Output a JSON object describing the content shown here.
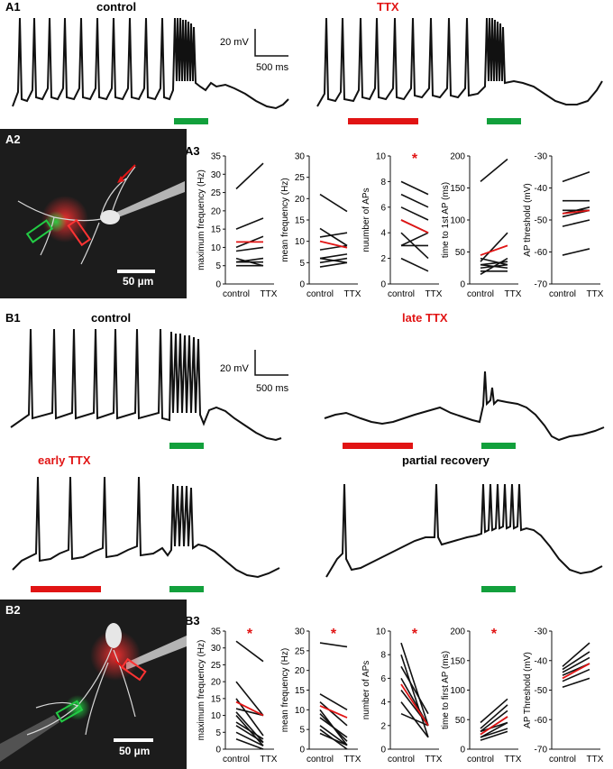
{
  "colors": {
    "trace": "#111111",
    "red": "#e11414",
    "green": "#12a03c",
    "photo_bg": "#1c1c1c"
  },
  "panel_labels": {
    "A1": "A1",
    "A2": "A2",
    "A3": "A3",
    "B1": "B1",
    "B2": "B2",
    "B3": "B3"
  },
  "A1": {
    "control_title": "control",
    "ttx_title": "TTX",
    "scale_voltage": "20 mV",
    "scale_time": "500 ms"
  },
  "A2": {
    "scale": "50 µm"
  },
  "B1": {
    "control_title": "control",
    "late_ttx_title": "late TTX",
    "early_ttx_title": "early TTX",
    "partial_recovery_title": "partial recovery",
    "scale_voltage": "20 mV",
    "scale_time": "500 ms"
  },
  "B2": {
    "scale": "50 µm"
  },
  "chart_data": [
    {
      "panel": "A3",
      "type": "line",
      "ylabel": "maximum frequency (Hz)",
      "categories": [
        "control",
        "TTX"
      ],
      "ylim": [
        0,
        35
      ],
      "yticks": [
        0,
        5,
        10,
        15,
        20,
        25,
        30,
        35
      ],
      "significant": false,
      "pairs": [
        [
          26,
          33
        ],
        [
          15,
          18
        ],
        [
          10,
          13
        ],
        [
          6,
          7
        ],
        [
          7,
          5
        ],
        [
          6,
          6
        ],
        [
          9,
          10
        ],
        [
          5,
          5
        ]
      ],
      "mean": [
        11.5,
        11.5
      ]
    },
    {
      "panel": "A3",
      "type": "line",
      "ylabel": "mean frequency (Hz)",
      "categories": [
        "control",
        "TTX"
      ],
      "ylim": [
        0,
        30
      ],
      "yticks": [
        0,
        5,
        10,
        15,
        20,
        25,
        30
      ],
      "significant": false,
      "pairs": [
        [
          21,
          17
        ],
        [
          13,
          9
        ],
        [
          11,
          12
        ],
        [
          8,
          9
        ],
        [
          6,
          7
        ],
        [
          6,
          5
        ],
        [
          5,
          6
        ],
        [
          4,
          5
        ]
      ],
      "mean": [
        10,
        8.5
      ]
    },
    {
      "panel": "A3",
      "type": "line",
      "ylabel": "nuumber of APs",
      "categories": [
        "control",
        "TTX"
      ],
      "ylim": [
        0,
        10
      ],
      "yticks": [
        0,
        2,
        4,
        6,
        8,
        10
      ],
      "significant": true,
      "pairs": [
        [
          8,
          7
        ],
        [
          7,
          6
        ],
        [
          6,
          5
        ],
        [
          5,
          4
        ],
        [
          3,
          4
        ],
        [
          3,
          3
        ],
        [
          4,
          2
        ],
        [
          2,
          1
        ]
      ],
      "mean": [
        5,
        4
      ]
    },
    {
      "panel": "A3",
      "type": "line",
      "ylabel": "time to 1st AP (ms)",
      "categories": [
        "control",
        "TTX"
      ],
      "ylim": [
        0,
        200
      ],
      "yticks": [
        0,
        50,
        100,
        150,
        200
      ],
      "significant": false,
      "pairs": [
        [
          160,
          195
        ],
        [
          35,
          80
        ],
        [
          30,
          35
        ],
        [
          25,
          30
        ],
        [
          30,
          25
        ],
        [
          20,
          20
        ],
        [
          15,
          40
        ],
        [
          40,
          30
        ]
      ],
      "mean": [
        45,
        60
      ]
    },
    {
      "panel": "A3",
      "type": "line",
      "ylabel": "AP threshold (mV)",
      "categories": [
        "control",
        "TTX"
      ],
      "ylim": [
        -70,
        -30
      ],
      "yticks": [
        -30,
        -40,
        -50,
        -60,
        -70
      ],
      "significant": false,
      "pairs": [
        [
          -38,
          -35
        ],
        [
          -44,
          -44
        ],
        [
          -47,
          -47
        ],
        [
          -48,
          -46
        ],
        [
          -49,
          -47
        ],
        [
          -52,
          -50
        ],
        [
          -61,
          -59
        ]
      ],
      "mean": [
        -48,
        -47
      ]
    },
    {
      "panel": "B3",
      "type": "line",
      "ylabel": "maximum frequency (Hz)",
      "categories": [
        "control",
        "TTX"
      ],
      "ylim": [
        0,
        35
      ],
      "yticks": [
        0,
        5,
        10,
        15,
        20,
        25,
        30,
        35
      ],
      "significant": true,
      "pairs": [
        [
          32,
          26
        ],
        [
          20,
          10
        ],
        [
          15,
          4
        ],
        [
          12,
          10
        ],
        [
          11,
          2
        ],
        [
          10,
          1
        ],
        [
          8,
          3
        ],
        [
          7,
          2
        ],
        [
          5,
          1
        ],
        [
          3,
          0
        ]
      ],
      "mean": [
        14,
        10
      ]
    },
    {
      "panel": "B3",
      "type": "line",
      "ylabel": "mean frequency (Hz)",
      "categories": [
        "control",
        "TTX"
      ],
      "ylim": [
        0,
        30
      ],
      "yticks": [
        0,
        5,
        10,
        15,
        20,
        25,
        30
      ],
      "significant": true,
      "pairs": [
        [
          27,
          26
        ],
        [
          14,
          10
        ],
        [
          12,
          6
        ],
        [
          10,
          1
        ],
        [
          9,
          2
        ],
        [
          8,
          3
        ],
        [
          6,
          1
        ],
        [
          5,
          0
        ],
        [
          4,
          1
        ]
      ],
      "mean": [
        11,
        8
      ]
    },
    {
      "panel": "B3",
      "type": "line",
      "ylabel": "number of APs",
      "categories": [
        "control",
        "TTX"
      ],
      "ylim": [
        0,
        10
      ],
      "yticks": [
        0,
        2,
        4,
        6,
        8,
        10
      ],
      "significant": true,
      "pairs": [
        [
          9,
          2
        ],
        [
          8,
          1
        ],
        [
          7,
          3
        ],
        [
          6,
          2
        ],
        [
          5,
          2
        ],
        [
          4,
          1
        ],
        [
          3,
          2
        ]
      ],
      "mean": [
        5.5,
        2
      ]
    },
    {
      "panel": "B3",
      "type": "line",
      "ylabel": "time to first AP (ms)",
      "categories": [
        "control",
        "TTX"
      ],
      "ylim": [
        0,
        200
      ],
      "yticks": [
        0,
        50,
        100,
        150,
        200
      ],
      "significant": true,
      "pairs": [
        [
          45,
          85
        ],
        [
          35,
          75
        ],
        [
          30,
          65
        ],
        [
          25,
          55
        ],
        [
          20,
          45
        ],
        [
          15,
          30
        ],
        [
          30,
          45
        ],
        [
          20,
          35
        ]
      ],
      "mean": [
        25,
        55
      ]
    },
    {
      "panel": "B3",
      "type": "line",
      "ylabel": "AP Threshold (mV)",
      "categories": [
        "control",
        "TTX"
      ],
      "ylim": [
        -70,
        -30
      ],
      "yticks": [
        -30,
        -40,
        -50,
        -60,
        -70
      ],
      "significant": false,
      "pairs": [
        [
          -42,
          -34
        ],
        [
          -43,
          -37
        ],
        [
          -44,
          -39
        ],
        [
          -45,
          -41
        ],
        [
          -47,
          -43
        ],
        [
          -49,
          -46
        ]
      ],
      "mean": [
        -46,
        -41
      ]
    }
  ]
}
